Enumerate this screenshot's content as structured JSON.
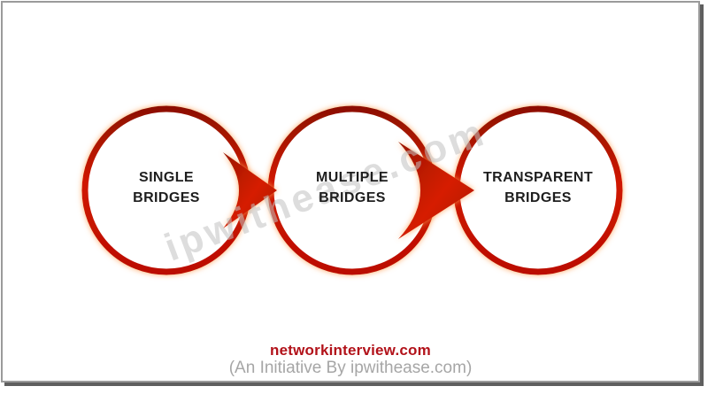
{
  "diagram": {
    "type": "flow",
    "nodes": [
      {
        "id": "single-bridges",
        "label": "SINGLE\nBRIDGES"
      },
      {
        "id": "multiple-bridges",
        "label": "MULTIPLE\nBRIDGES"
      },
      {
        "id": "transparent-bridges",
        "label": "TRANSPARENT\nBRIDGES"
      }
    ],
    "connections": [
      {
        "from": "single-bridges",
        "to": "multiple-bridges"
      },
      {
        "from": "multiple-bridges",
        "to": "transparent-bridges"
      }
    ]
  },
  "watermark": {
    "text": "ipwithease.com"
  },
  "footer": {
    "site": "networkinterview.com",
    "tagline": "(An Initiative By ipwithease.com)"
  },
  "colors": {
    "circle_stroke_red": "#c41200",
    "circle_stroke_dark": "#8e1100",
    "arrow_red_bright": "#d61e00",
    "arrow_red_dark": "#9a1400",
    "glow_orange": "#ff9b4d",
    "label_text": "#1e1e1e",
    "footer_red": "#b2121a",
    "tagline_gray": "#a6a6a6",
    "watermark_gray": "#c2c2c2",
    "frame_border": "#9b9b9b",
    "frame_shadow": "#5f5f5f"
  }
}
